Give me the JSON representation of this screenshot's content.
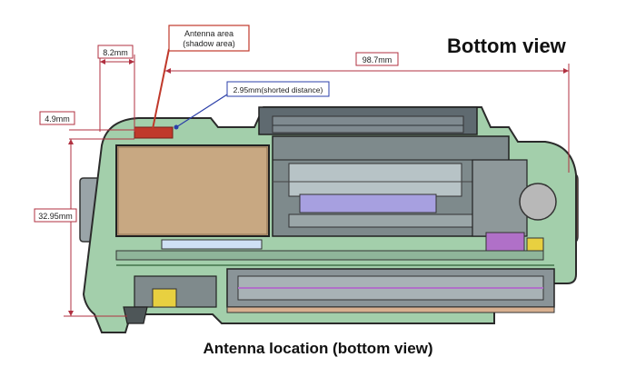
{
  "view_title": "Bottom view",
  "caption": "Antenna location (bottom view)",
  "annotations": {
    "antenna_area_line1": "Antenna area",
    "antenna_area_line2": "(shadow area)",
    "shorted_distance": "2.95mm(shorted distance)"
  },
  "dimensions": {
    "width_small": "8.2mm",
    "width_total": "98.7mm",
    "height_small": "4.9mm",
    "height_large": "32.95mm"
  },
  "colors": {
    "annotation_red": "#c0392b",
    "annotation_blue": "#2b3fa8",
    "dimension_line": "#b03040",
    "body_green": "#9cc8a4",
    "battery_tan": "#c8a882",
    "purple": "#b070c8",
    "strap_red": "#c86050"
  }
}
